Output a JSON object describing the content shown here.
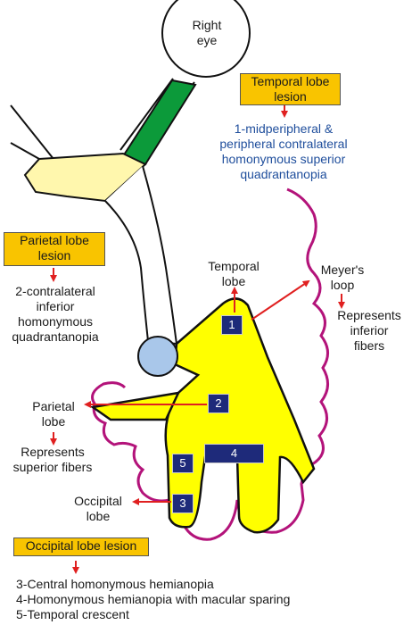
{
  "eye": {
    "line1": "Right",
    "line2": "eye"
  },
  "temporal_lesion": {
    "box_line1": "Temporal lobe",
    "box_line2": "lesion",
    "desc": [
      "1-midperipheral &",
      "peripheral contralateral",
      "homonymous superior",
      "quadrantanopia"
    ]
  },
  "parietal_lesion": {
    "box_line1": "Parietal lobe",
    "box_line2": "lesion",
    "desc": [
      "2-contralateral",
      "inferior",
      "homonymous",
      "quadrantanopia"
    ]
  },
  "temporal_lobe_label": [
    "Temporal",
    "lobe"
  ],
  "meyers_loop": {
    "label": [
      "Meyer's",
      "loop"
    ],
    "desc": [
      "Represents",
      "inferior",
      "fibers"
    ]
  },
  "parietal_lobe_label": {
    "label": [
      "Parietal",
      "lobe"
    ],
    "desc": [
      "Represents",
      "superior fibers"
    ]
  },
  "occipital_lobe_label": [
    "Occipital",
    "lobe"
  ],
  "occipital_lesion": {
    "box": "Occipital lobe lesion",
    "items": [
      "3-Central homonymous hemianopia",
      "4-Homonymous hemianopia with macular sparing",
      "5-Temporal crescent"
    ]
  },
  "numbers": [
    "1",
    "2",
    "3",
    "4",
    "5"
  ],
  "colors": {
    "optic_nerve": "#0c9a3a",
    "chiasm": "#fff7ad",
    "radiation": "#ffff00",
    "lgn": "#a9c7ea",
    "cortex_outline": "#b3137a",
    "arrow": "#e02020",
    "box": "#f9c400"
  }
}
